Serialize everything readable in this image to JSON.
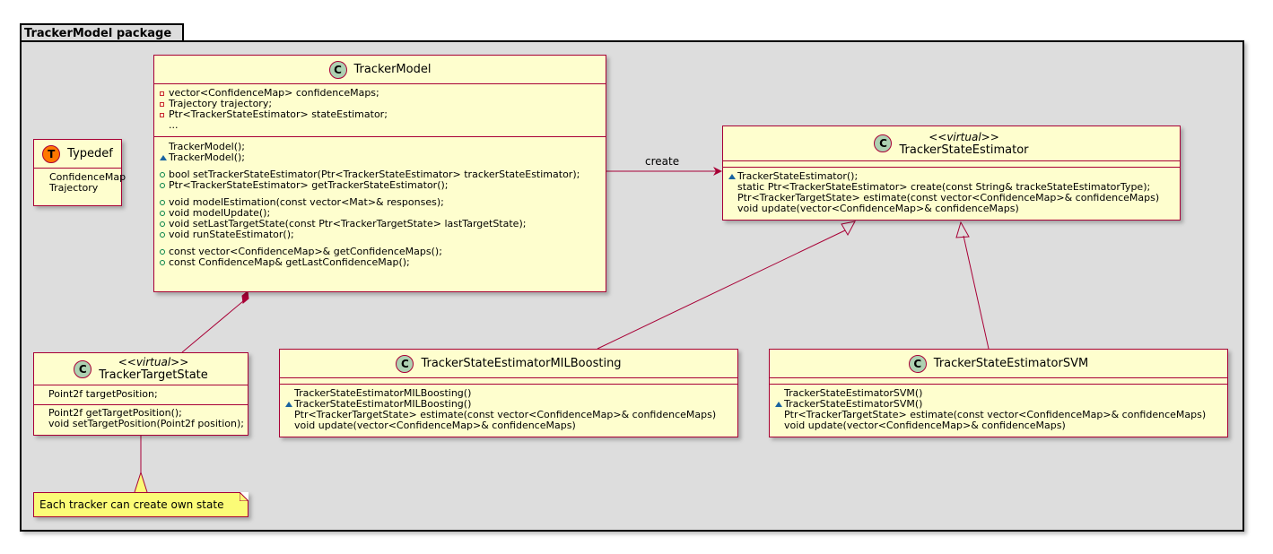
{
  "package": {
    "title": "TrackerModel package"
  },
  "classes": {
    "tracker_model": {
      "name": "TrackerModel",
      "spot": "C",
      "fields": [
        {
          "vis": "private",
          "text": "vector<ConfidenceMap> confidenceMaps;"
        },
        {
          "vis": "private",
          "text": "Trajectory trajectory;"
        },
        {
          "vis": "private",
          "text": "Ptr<TrackerStateEstimator> stateEstimator;"
        },
        {
          "vis": "none",
          "text": "..."
        }
      ],
      "methods": [
        {
          "vis": "none",
          "text": "TrackerModel();"
        },
        {
          "vis": "package",
          "text": "TrackerModel();"
        },
        {
          "vis": "gap",
          "text": ""
        },
        {
          "vis": "public",
          "text": "bool setTrackerStateEstimator(Ptr<TrackerStateEstimator> trackerStateEstimator);"
        },
        {
          "vis": "public",
          "text": "Ptr<TrackerStateEstimator> getTrackerStateEstimator();"
        },
        {
          "vis": "gap",
          "text": ""
        },
        {
          "vis": "public",
          "text": "void modelEstimation(const vector<Mat>& responses);"
        },
        {
          "vis": "public",
          "text": "void modelUpdate();"
        },
        {
          "vis": "public",
          "text": "void setLastTargetState(const Ptr<TrackerTargetState> lastTargetState);"
        },
        {
          "vis": "public",
          "text": "void runStateEstimator();"
        },
        {
          "vis": "gap",
          "text": ""
        },
        {
          "vis": "public",
          "text": "const vector<ConfidenceMap>& getConfidenceMaps();"
        },
        {
          "vis": "public",
          "text": "const ConfidenceMap& getLastConfidenceMap();"
        }
      ]
    },
    "typedef": {
      "name": "Typedef",
      "spot": "T",
      "fields": [
        {
          "vis": "none",
          "text": "ConfidenceMap"
        },
        {
          "vis": "none",
          "text": "Trajectory"
        }
      ]
    },
    "state_estimator": {
      "name": "TrackerStateEstimator",
      "stereotype": "<<virtual>>",
      "spot": "C",
      "methods": [
        {
          "vis": "package",
          "text": "TrackerStateEstimator();"
        },
        {
          "vis": "none",
          "text": "static Ptr<TrackerStateEstimator> create(const String& trackeStateEstimatorType);"
        },
        {
          "vis": "none",
          "text": "Ptr<TrackerTargetState> estimate(const vector<ConfidenceMap>& confidenceMaps)"
        },
        {
          "vis": "none",
          "text": "void update(vector<ConfidenceMap>& confidenceMaps)"
        }
      ]
    },
    "target_state": {
      "name": "TrackerTargetState",
      "stereotype": "<<virtual>>",
      "spot": "C",
      "fields": [
        {
          "vis": "none",
          "text": "Point2f targetPosition;"
        }
      ],
      "methods": [
        {
          "vis": "none",
          "text": "Point2f getTargetPosition();"
        },
        {
          "vis": "none",
          "text": "void setTargetPosition(Point2f position);"
        }
      ]
    },
    "mil_boosting": {
      "name": "TrackerStateEstimatorMILBoosting",
      "spot": "C",
      "methods": [
        {
          "vis": "none",
          "text": "TrackerStateEstimatorMILBoosting()"
        },
        {
          "vis": "package",
          "text": "TrackerStateEstimatorMILBoosting()"
        },
        {
          "vis": "none",
          "text": "Ptr<TrackerTargetState> estimate(const vector<ConfidenceMap>& confidenceMaps)"
        },
        {
          "vis": "none",
          "text": "void update(vector<ConfidenceMap>& confidenceMaps)"
        }
      ]
    },
    "svm": {
      "name": "TrackerStateEstimatorSVM",
      "spot": "C",
      "methods": [
        {
          "vis": "none",
          "text": "TrackerStateEstimatorSVM()"
        },
        {
          "vis": "package",
          "text": "TrackerStateEstimatorSVM()"
        },
        {
          "vis": "none",
          "text": "Ptr<TrackerTargetState> estimate(const vector<ConfidenceMap>& confidenceMaps)"
        },
        {
          "vis": "none",
          "text": "void update(vector<ConfidenceMap>& confidenceMaps)"
        }
      ]
    }
  },
  "relations": {
    "create_label": "create"
  },
  "note": {
    "text": "Each tracker can create own state"
  },
  "colors": {
    "class_fill": "#fefece",
    "class_border": "#a80036",
    "package_fill": "#dddddd",
    "note_fill": "#fbfb77",
    "spot_class": "#add1b2",
    "spot_type": "#ff7700"
  }
}
